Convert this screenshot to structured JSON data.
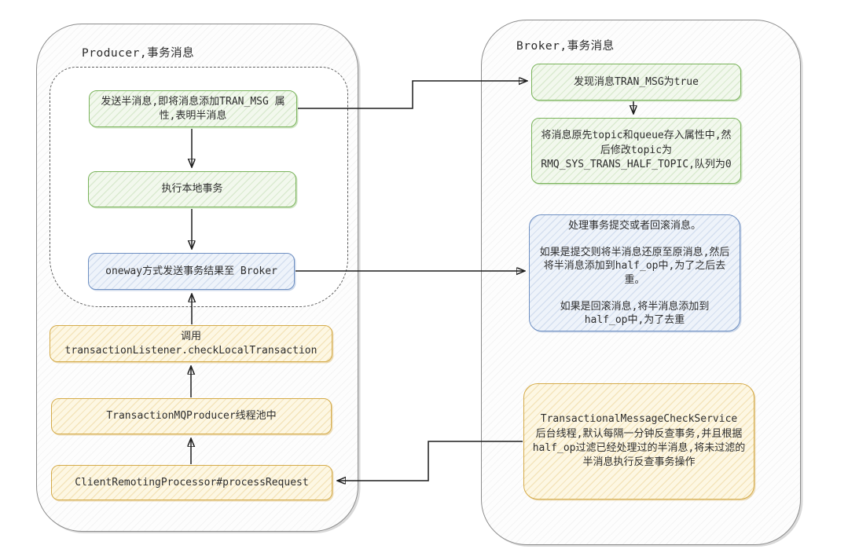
{
  "producer": {
    "title": "Producer,事务消息",
    "nodes": {
      "send_half": "发送半消息,即将消息添加TRAN_MSG 属性,表明半消息",
      "local_tx": "执行本地事务",
      "oneway": "oneway方式发送事务结果至 Broker",
      "check_local": "调用\ntransactionListener.checkLocalTransaction",
      "thread_pool": "TransactionMQProducer线程池中",
      "client_processor": "ClientRemotingProcessor#processRequest"
    }
  },
  "broker": {
    "title": "Broker,事务消息",
    "nodes": {
      "found_tran_msg": "发现消息TRAN_MSG为true",
      "store_topic": "将消息原先topic和queue存入属性中,然后修改topic为RMQ_SYS_TRANS_HALF_TOPIC,队列为0",
      "handle_commit_rollback": "处理事务提交或者回滚消息。\n\n如果是提交则将半消息还原至原消息,然后将半消息添加到half_op中,为了之后去重。\n\n如果是回滚消息,将半消息添加到\nhalf_op中,为了去重",
      "check_service": "TransactionalMessageCheckService\n后台线程,默认每隔一分钟反查事务,并且根据half_op过滤已经处理过的半消息,将未过滤的半消息执行反查事务操作"
    }
  },
  "colors": {
    "green_border": "#79b35a",
    "green_fill": "#f2f8ed",
    "blue_border": "#6e8fc2",
    "blue_fill": "#eef3fa",
    "yellow_border": "#d5ab49",
    "yellow_fill": "#fdf7e3",
    "container_border": "#8c8c8c",
    "arrow": "#1d1d1d"
  }
}
